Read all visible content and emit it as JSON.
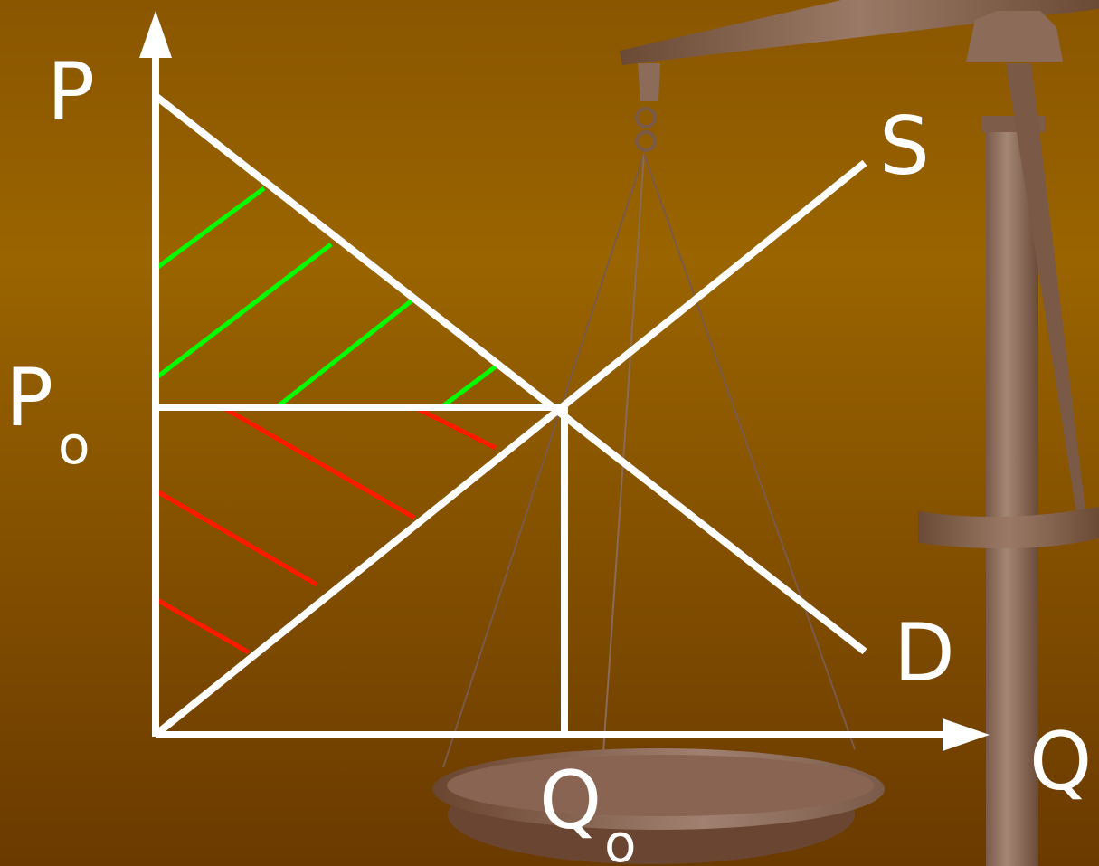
{
  "labels": {
    "price_axis": "P",
    "quantity_axis": "Q",
    "equilibrium_price": "P",
    "equilibrium_price_sub": "o",
    "equilibrium_quantity": "Q",
    "equilibrium_quantity_sub": "o",
    "supply_curve": "S",
    "demand_curve": "D"
  },
  "colors": {
    "background_top": "#9a6400",
    "background_bottom": "#6a3a00",
    "axes_and_curves": "#ffffff",
    "consumer_surplus_hatch": "#00ff00",
    "producer_surplus_hatch": "#ff1a00",
    "scale_metal": "#8a6a55"
  },
  "decoration": "balance-scale"
}
